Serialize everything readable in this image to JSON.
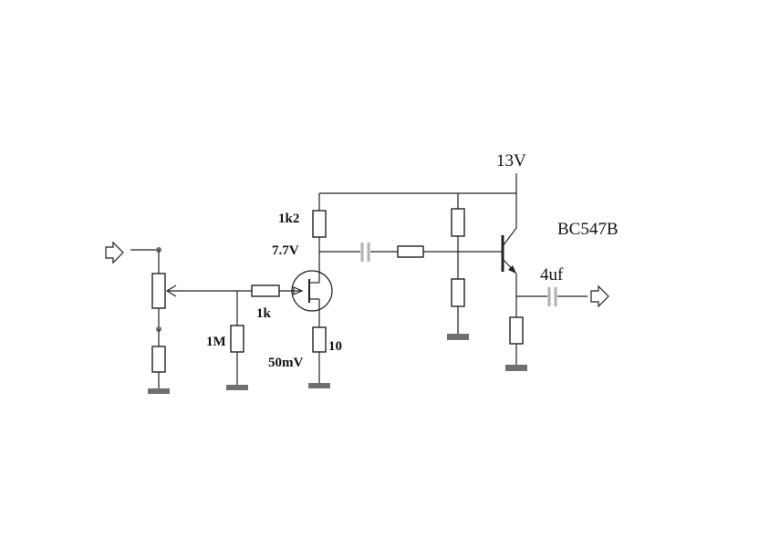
{
  "labels": {
    "supply_voltage": "13V",
    "transistor_part": "BC547B",
    "r_drain": "1k2",
    "drain_voltage": "7.7V",
    "r_gate_series": "1k",
    "r_gate_bias": "1M",
    "r_source": "10",
    "source_voltage": "50mV",
    "output_cap": "4uf"
  }
}
